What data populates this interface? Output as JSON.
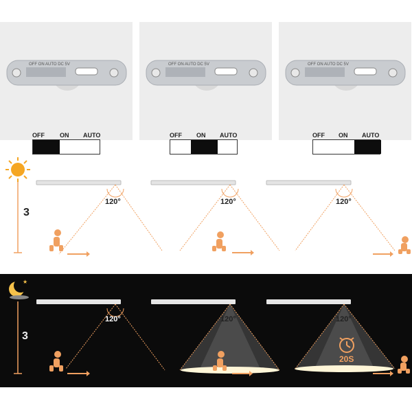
{
  "switch_panels": [
    {
      "labels": {
        "off": "OFF",
        "on": "ON",
        "auto": "AUTO"
      },
      "device_labels": "OFF ON AUTO  DC  5V",
      "selected": "OFF"
    },
    {
      "labels": {
        "off": "OFF",
        "on": "ON",
        "auto": "AUTO"
      },
      "device_labels": "OFF ON AUTO  DC  5V",
      "selected": "ON"
    },
    {
      "labels": {
        "off": "OFF",
        "on": "ON",
        "auto": "AUTO"
      },
      "device_labels": "OFF ON AUTO  DC  5V",
      "selected": "AUTO"
    }
  ],
  "day_row": {
    "height_label": "3",
    "angle_labels": [
      "120°",
      "120°",
      "120°"
    ],
    "icon": "sun-icon"
  },
  "night_row": {
    "height_label": "3",
    "angle_labels": [
      "120°",
      "120°",
      "120°"
    ],
    "icon": "moon-icon",
    "timer_label": "20S"
  },
  "colors": {
    "accent": "#f0a060",
    "panel_bg": "#ededed",
    "night_bg": "#0b0b0b",
    "light_beam": "#fff6d8"
  }
}
